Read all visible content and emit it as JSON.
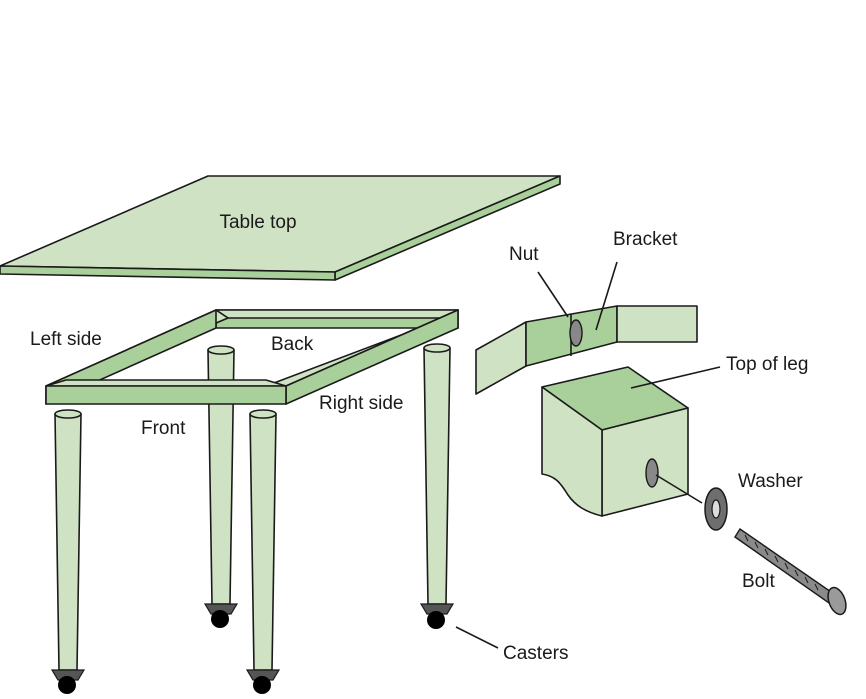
{
  "labels": {
    "table_top": "Table top",
    "left_side": "Left side",
    "back": "Back",
    "front": "Front",
    "right_side": "Right side",
    "nut": "Nut",
    "bracket": "Bracket",
    "top_of_leg": "Top of leg",
    "washer": "Washer",
    "bolt": "Bolt",
    "casters": "Casters"
  },
  "colors": {
    "part_fill": "#cfe3c4",
    "part_fill_dark": "#a9cf9a",
    "outline": "#1a1a1a",
    "hardware": "#777777",
    "caster": "#000000"
  }
}
